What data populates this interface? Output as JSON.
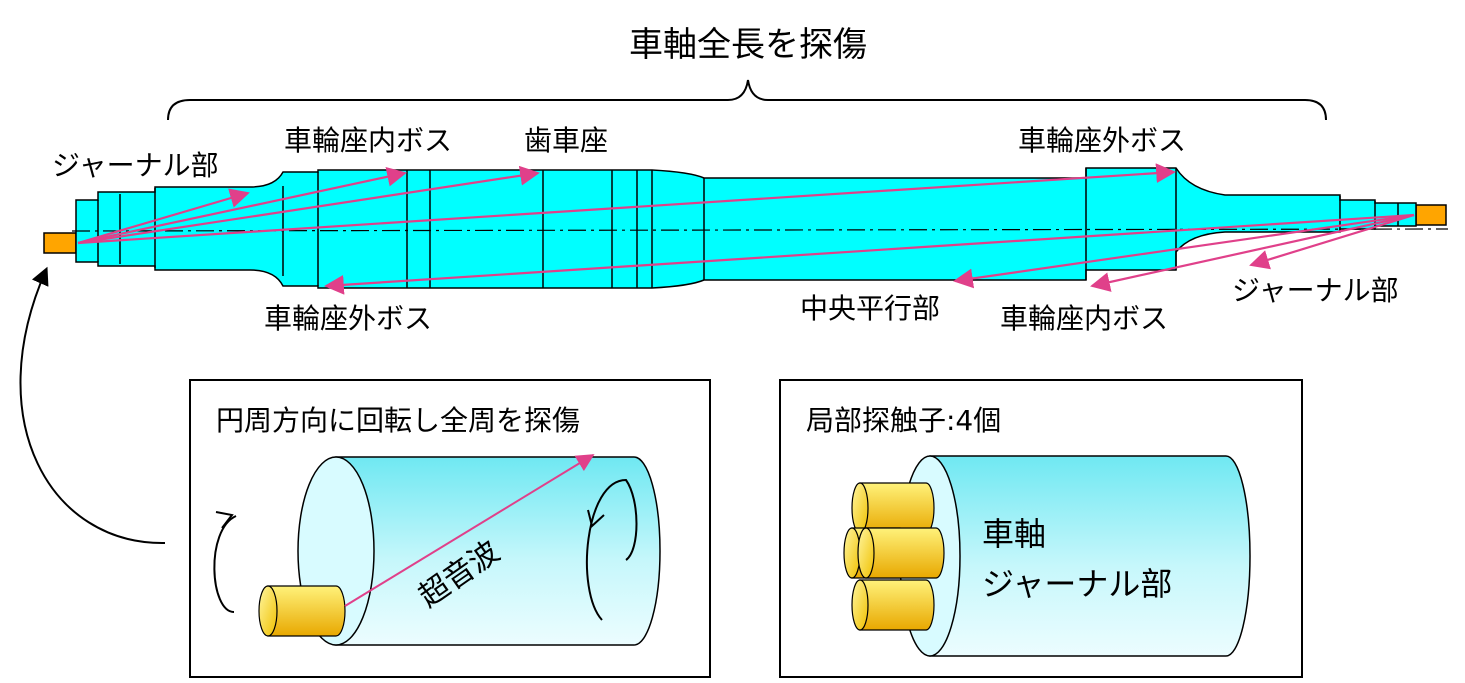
{
  "title": "車軸全長を探傷",
  "labels": {
    "journal_left": "ジャーナル部",
    "wheel_seat_inner_boss_top": "車輪座内ボス",
    "gear_seat": "歯車座",
    "wheel_seat_outer_boss_top": "車輪座外ボス",
    "wheel_seat_outer_boss_bottom": "車輪座外ボス",
    "center_parallel": "中央平行部",
    "wheel_seat_inner_boss_bottom": "車輪座内ボス",
    "journal_right": "ジャーナル部"
  },
  "panel_left": {
    "title": "円周方向に回転し全周を探傷",
    "wave_label": "超音波"
  },
  "panel_right": {
    "title": "局部探触子:4個",
    "cylinder_label_1": "車軸",
    "cylinder_label_2": "ジャーナル部"
  },
  "colors": {
    "axle": "#00ffff",
    "probe": "#ffa500",
    "beam": "#e0408a",
    "cylinder_light": "#d8fbff",
    "cylinder_mid": "#6fe8f2",
    "probe_gold_light": "#fff27a",
    "probe_gold_dark": "#e8a800"
  }
}
